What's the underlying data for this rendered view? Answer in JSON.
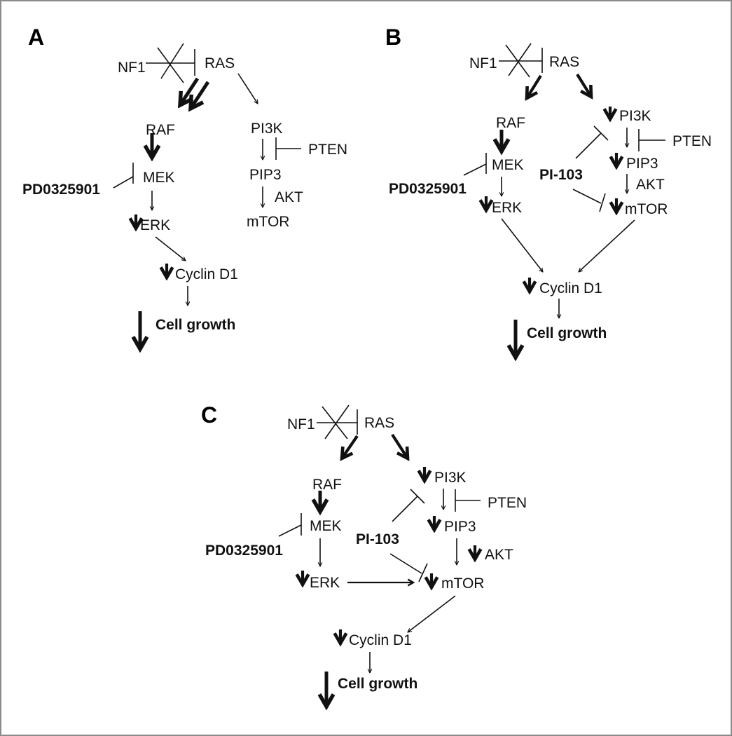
{
  "colors": {
    "border": "#8a8a8a",
    "ink": "#111111",
    "background": "#ffffff"
  },
  "panels": {
    "A": {
      "label": "A",
      "nodes": {
        "nf1": "NF1",
        "ras": "RAS",
        "raf": "RAF",
        "mek": "MEK",
        "erk": "ERK",
        "pi3k": "PI3K",
        "pten": "PTEN",
        "pip3": "PIP3",
        "akt": "AKT",
        "mtor": "mTOR",
        "cyclin": "Cyclin D1",
        "growth": "Cell growth"
      },
      "inhibitors": {
        "mek_inhibitor": "PD0325901"
      }
    },
    "B": {
      "label": "B",
      "nodes": {
        "nf1": "NF1",
        "ras": "RAS",
        "raf": "RAF",
        "mek": "MEK",
        "erk": "ERK",
        "pi3k": "PI3K",
        "pten": "PTEN",
        "pip3": "PIP3",
        "akt": "AKT",
        "mtor": "mTOR",
        "cyclin": "Cyclin D1",
        "growth": "Cell growth"
      },
      "inhibitors": {
        "mek_inhibitor": "PD0325901",
        "pi3k_inhibitor": "PI-103"
      }
    },
    "C": {
      "label": "C",
      "nodes": {
        "nf1": "NF1",
        "ras": "RAS",
        "raf": "RAF",
        "mek": "MEK",
        "erk": "ERK",
        "pi3k": "PI3K",
        "pten": "PTEN",
        "pip3": "PIP3",
        "akt": "AKT",
        "mtor": "mTOR",
        "cyclin": "Cyclin D1",
        "growth": "Cell growth"
      },
      "inhibitors": {
        "mek_inhibitor": "PD0325901",
        "pi3k_inhibitor": "PI-103"
      }
    }
  }
}
